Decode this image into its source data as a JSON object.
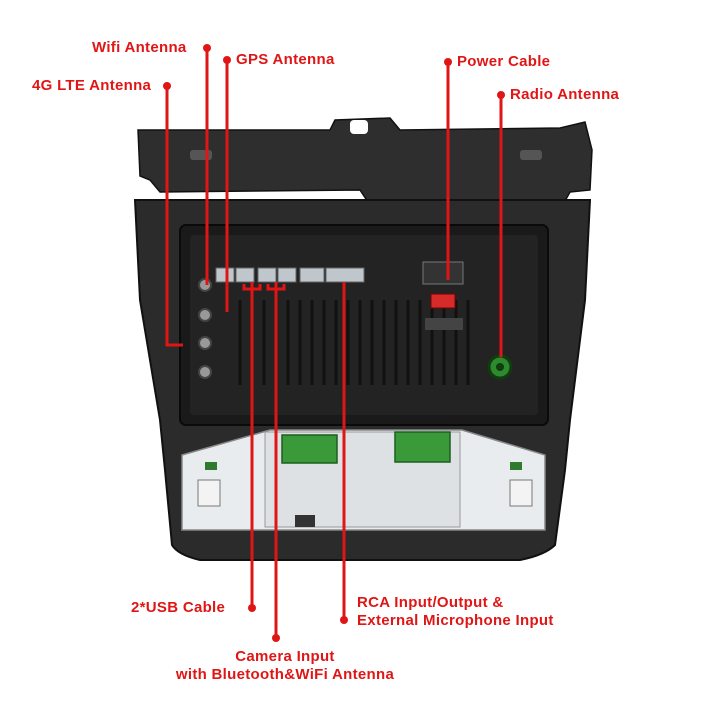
{
  "labels": {
    "wifi_antenna": "Wifi Antenna",
    "gps_antenna": "GPS Antenna",
    "lte_antenna": "4G LTE Antenna",
    "power_cable": "Power Cable",
    "radio_antenna": "Radio Antenna",
    "usb_cable": "2*USB Cable",
    "rca": [
      "RCA Input/Output &",
      "External Microphone Input"
    ],
    "camera": [
      "Camera Input",
      "with Bluetooth&WiFi Antenna"
    ]
  },
  "colors": {
    "accent": "#e01616",
    "unit_body": "#2a2a2a",
    "panel": "#1c1c1c",
    "board": "#e9ecef",
    "connector_green": "#3a9a3a"
  }
}
